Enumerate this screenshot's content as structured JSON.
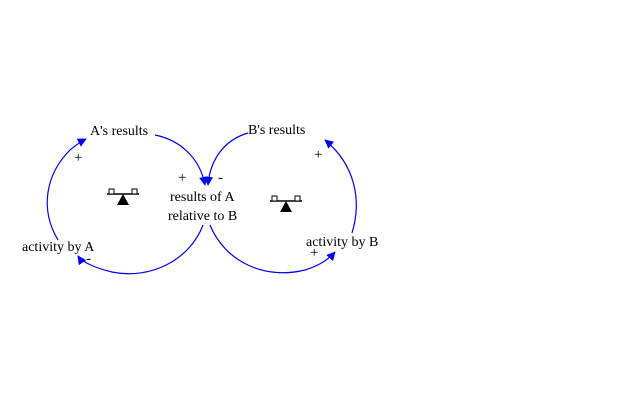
{
  "nodes": {
    "a_results": "A's results",
    "b_results": "B's results",
    "relative_line1": "results of A",
    "relative_line2": "relative to B",
    "activity_a": "activity by A",
    "activity_b": "activity by B"
  },
  "polarities": {
    "a_results_to_relative": "+",
    "b_results_to_relative": "-",
    "relative_to_activity_a": "-",
    "activity_a_to_a_results": "+",
    "relative_to_activity_b": "+",
    "activity_b_to_b_results": "+"
  },
  "loops": {
    "left": {
      "type": "balancing",
      "icon": "balance-icon"
    },
    "right": {
      "type": "balancing",
      "icon": "balance-icon"
    }
  },
  "colors": {
    "link": "#0000ff",
    "text": "#000000",
    "icon": "#000000"
  }
}
